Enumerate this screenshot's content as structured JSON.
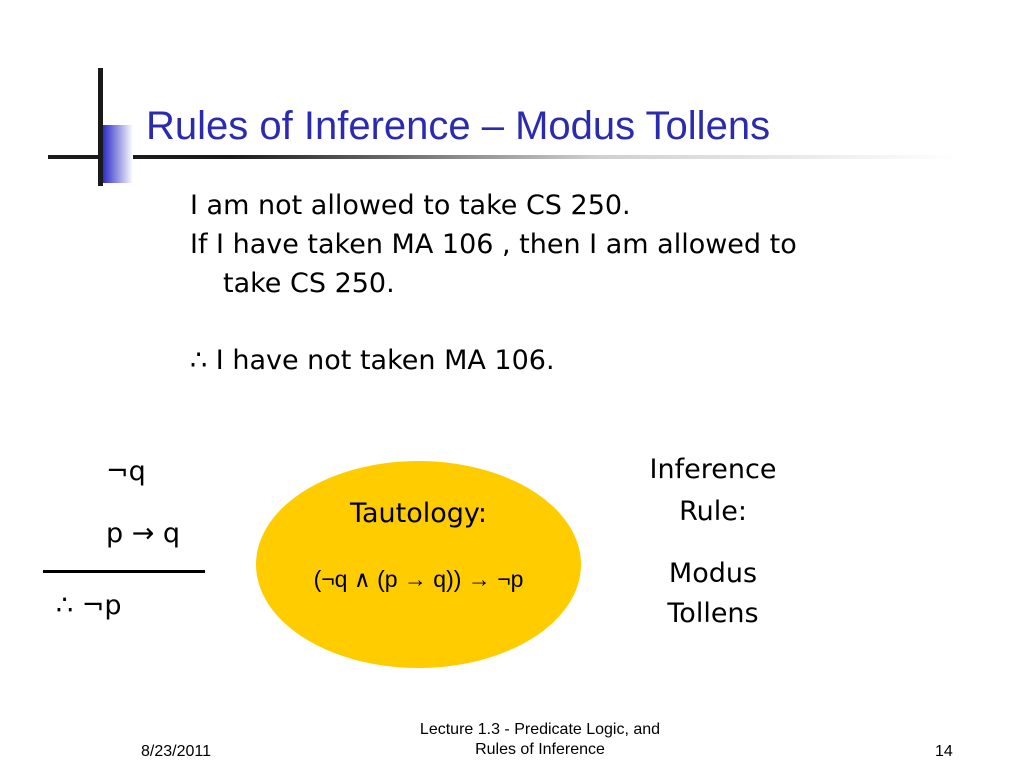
{
  "slide": {
    "title": "Rules of Inference – Modus Tollens",
    "lines": [
      "I am not allowed to take CS 250.",
      "If I have taken MA 106 , then I am allowed to",
      "take CS 250."
    ],
    "conclusion_symbol": "∴",
    "conclusion_text": "I have not taken MA 106."
  },
  "argument": {
    "premise1": "¬q",
    "premise2": "p → q",
    "conclusion": "∴ ¬p"
  },
  "tautology": {
    "label": "Tautology:",
    "formula": "(¬q ∧ (p → q)) → ¬p",
    "fill_color": "#ffcc00"
  },
  "inference_rule": {
    "label_line1": "Inference",
    "label_line2": "Rule:",
    "name_line1": "Modus",
    "name_line2": "Tollens"
  },
  "footer": {
    "date": "8/23/2011",
    "center_line1": "Lecture 1.3 - Predicate Logic, and",
    "center_line2": "Rules of Inference",
    "page": "14"
  },
  "colors": {
    "title": "#2b2bb0",
    "accent_square": "#2d2dc8"
  }
}
